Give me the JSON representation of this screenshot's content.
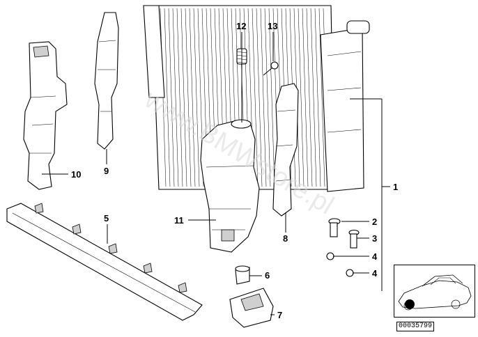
{
  "callouts": [
    "1",
    "2",
    "3",
    "4",
    "4",
    "5",
    "6",
    "7",
    "8",
    "9",
    "10",
    "11",
    "12",
    "13"
  ],
  "watermark": "www.BMWstore.pl",
  "inset_code": "00035799"
}
